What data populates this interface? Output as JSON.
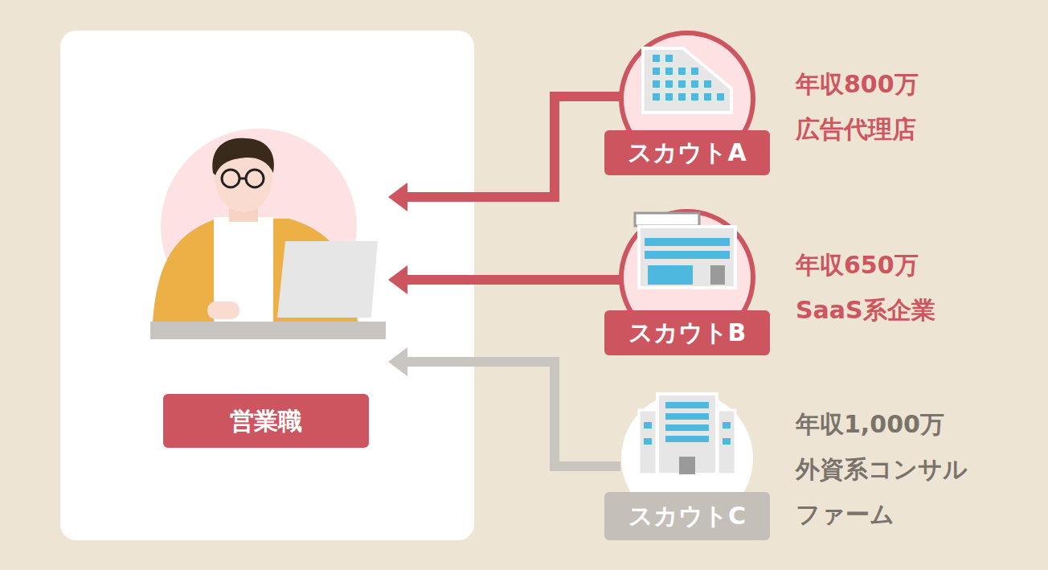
{
  "diagram": {
    "nodes": [
      {
        "text": [
          "営業職"
        ]
      },
      {
        "text": [
          "スカウトA",
          "年収800万 広告代理店"
        ]
      },
      {
        "text": [
          "スカウトB",
          "年収650万 SaaS系企業"
        ]
      },
      {
        "text": [
          "スカウトC",
          "年収1,000万 外資系コンサル ファーム"
        ]
      }
    ],
    "edges": [
      {
        "from": 1,
        "to": 0,
        "arrow": "to"
      },
      {
        "from": 2,
        "to": 0,
        "arrow": "to"
      },
      {
        "from": 3,
        "to": 0,
        "arrow": "to"
      }
    ]
  }
}
